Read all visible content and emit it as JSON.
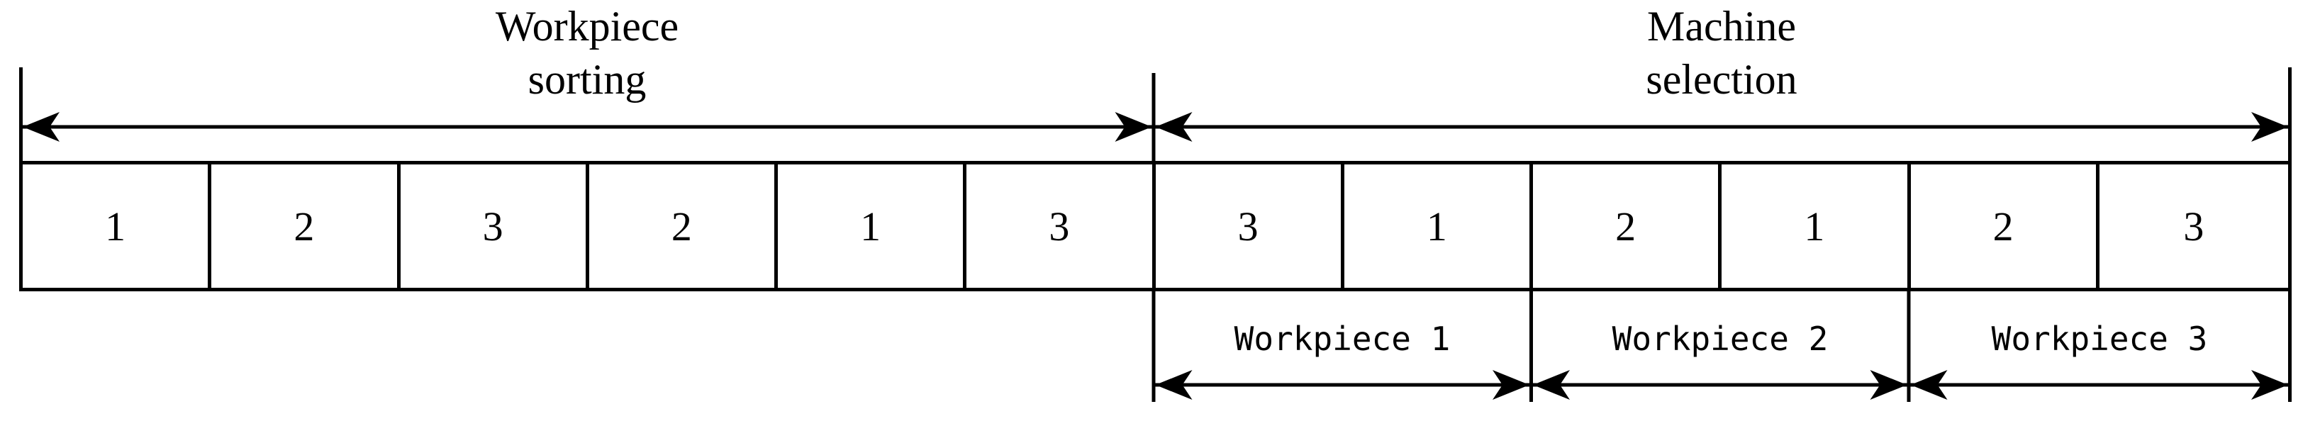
{
  "figure": {
    "top_labels": [
      {
        "line1": "Workpiece",
        "line2": "sorting"
      },
      {
        "line1": "Machine",
        "line2": "selection"
      }
    ],
    "cells": [
      "1",
      "2",
      "3",
      "2",
      "1",
      "3",
      "3",
      "1",
      "2",
      "1",
      "2",
      "3"
    ],
    "bottom_labels": [
      "Workpiece 1",
      "Workpiece 2",
      "Workpiece 3"
    ],
    "colors": {
      "line": "#000000",
      "text": "#000000",
      "background": "#ffffff"
    }
  }
}
